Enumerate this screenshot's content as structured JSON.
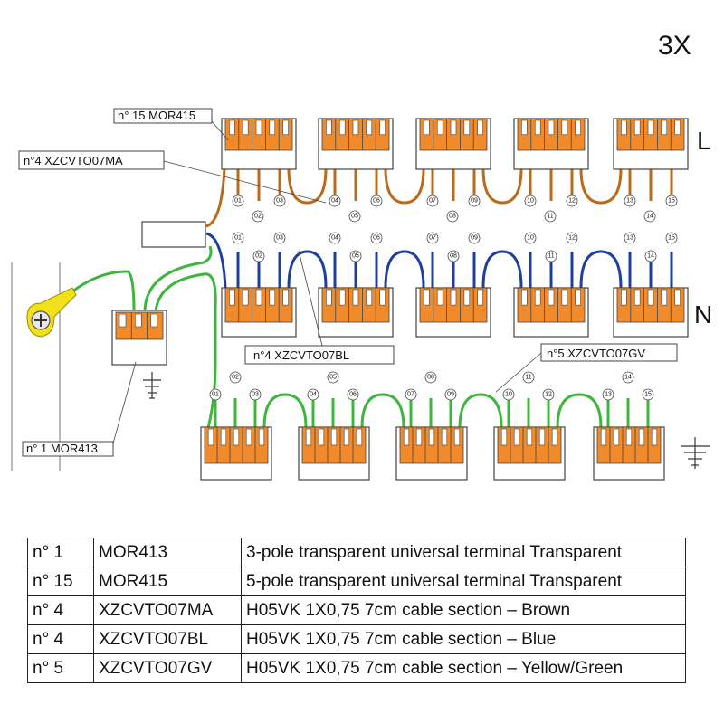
{
  "quantity": "3X",
  "rows": {
    "L": {
      "label": "L",
      "cable_color": "#b86b1b"
    },
    "N": {
      "label": "N",
      "cable_color": "#1f3f9e"
    },
    "PE": {
      "cable_color": "#3fb53f"
    }
  },
  "blocks": [
    {
      "numbers": [
        "01",
        "02",
        "03"
      ]
    },
    {
      "numbers": [
        "04",
        "05",
        "06"
      ]
    },
    {
      "numbers": [
        "07",
        "08",
        "09"
      ]
    },
    {
      "numbers": [
        "10",
        "11",
        "12"
      ]
    },
    {
      "numbers": [
        "13",
        "14",
        "15"
      ]
    }
  ],
  "callouts": {
    "mor415": "n° 15  MOR415",
    "brown": "n°4 XZCVTO07MA",
    "blue": "n°4 XZCVTO07BL",
    "gv": "n°5 XZCVTO07GV",
    "mor413": "n° 1  MOR413"
  },
  "colors": {
    "terminal_orange": "#f08a2b",
    "terminal_body": "#ffffff",
    "green_wire": "#3fb53f",
    "lug_yellow": "#f2e01a"
  },
  "legend": [
    {
      "qty": "n° 1",
      "code": "MOR413",
      "desc": "3-pole transparent universal terminal Transparent"
    },
    {
      "qty": "n° 15",
      "code": "MOR415",
      "desc": "5-pole transparent universal terminal Transparent"
    },
    {
      "qty": "n° 4",
      "code": "XZCVTO07MA",
      "desc": "H05VK 1X0,75 7cm cable section – Brown"
    },
    {
      "qty": "n° 4",
      "code": "XZCVTO07BL",
      "desc": "H05VK 1X0,75 7cm cable section – Blue"
    },
    {
      "qty": "n° 5",
      "code": "XZCVTO07GV",
      "desc": "H05VK 1X0,75 7cm cable section – Yellow/Green"
    }
  ]
}
